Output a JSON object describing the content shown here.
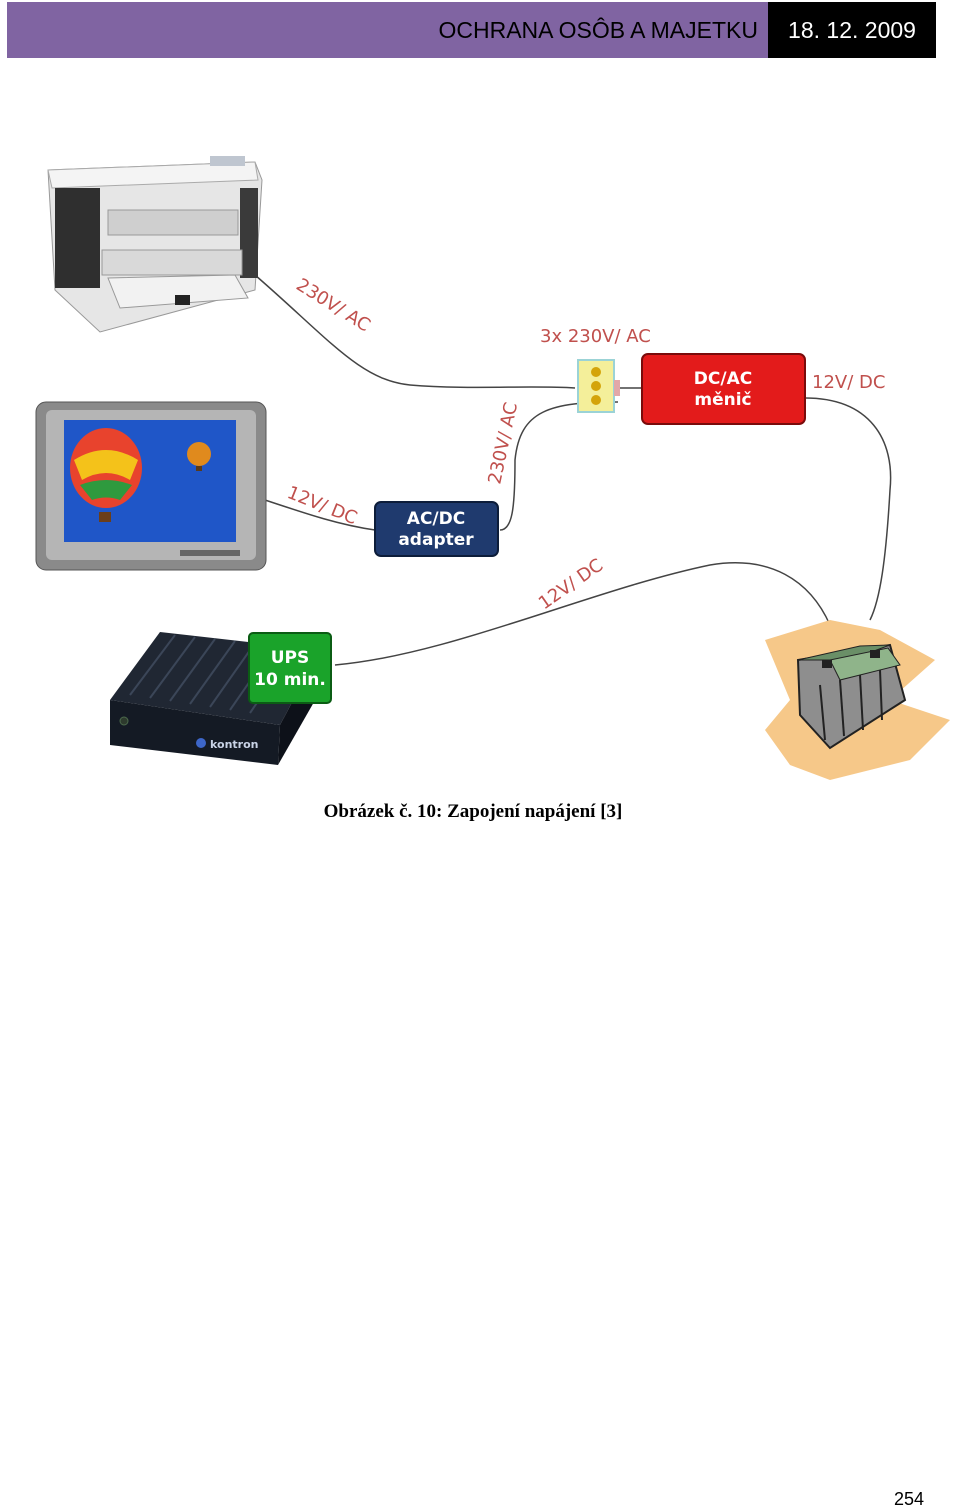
{
  "header": {
    "title": "OCHRANA OSÔB A MAJETKU",
    "date": "18. 12. 2009"
  },
  "diagram": {
    "labels": {
      "printer_line": "230V/ AC",
      "outlet": "3x 230V/ AC",
      "dcac_out": "12V/ DC",
      "adapter_in": "230V/ AC",
      "monitor_line": "12V/ DC",
      "ups_line": "12V/ DC"
    },
    "boxes": {
      "dcac_line1": "DC/AC",
      "dcac_line2": "měnič",
      "adapter_line1": "AC/DC",
      "adapter_line2": "adapter",
      "ups_line1": "UPS",
      "ups_line2": "10 min."
    },
    "logo": "kontron",
    "colors": {
      "header": "#8064a2",
      "dcac": "#e31b1b",
      "adapter": "#1f3a6e",
      "ups": "#1aa32a",
      "label": "#c0504d"
    }
  },
  "caption": "Obrázek č. 10: Zapojení napájení [3]",
  "page_number": "254"
}
